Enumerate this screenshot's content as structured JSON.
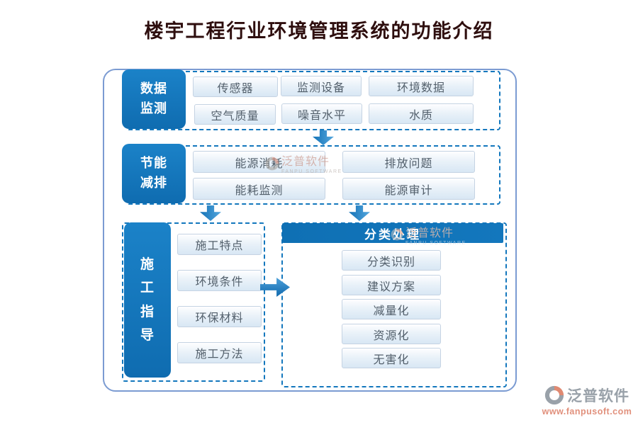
{
  "title": "楼宇工程行业环境管理系统的功能介绍",
  "monitor": {
    "header": {
      "line1": "数据",
      "line2": "监测"
    },
    "items": [
      "传感器",
      "监测设备",
      "环境数据",
      "空气质量",
      "噪音水平",
      "水质"
    ]
  },
  "energy": {
    "header": {
      "line1": "节能",
      "line2": "减排"
    },
    "items": [
      "能源消耗",
      "排放问题",
      "能耗监测",
      "能源审计"
    ]
  },
  "construction": {
    "header": {
      "c1": "施",
      "c2": "工",
      "c3": "指",
      "c4": "导"
    },
    "items": [
      "施工特点",
      "环境条件",
      "环保材料",
      "施工方法"
    ]
  },
  "classify": {
    "header": "分类处理",
    "items": [
      "分类识别",
      "建议方案",
      "减量化",
      "资源化",
      "无害化"
    ]
  },
  "watermark": {
    "brand": "泛普软件",
    "brand_en": "FANPU SOFTWARE",
    "url": "www.fanpusoft.com"
  },
  "colors": {
    "primary_blue": "#1377bd",
    "container_border": "#7b9bd2",
    "item_bg_bottom": "#d8e7f4",
    "item_border": "#c5d3e3",
    "item_text": "#525f6b",
    "title_text": "#2e0e0e",
    "watermark_grey": "#99a1a9",
    "watermark_salmon": "#e1907c"
  }
}
